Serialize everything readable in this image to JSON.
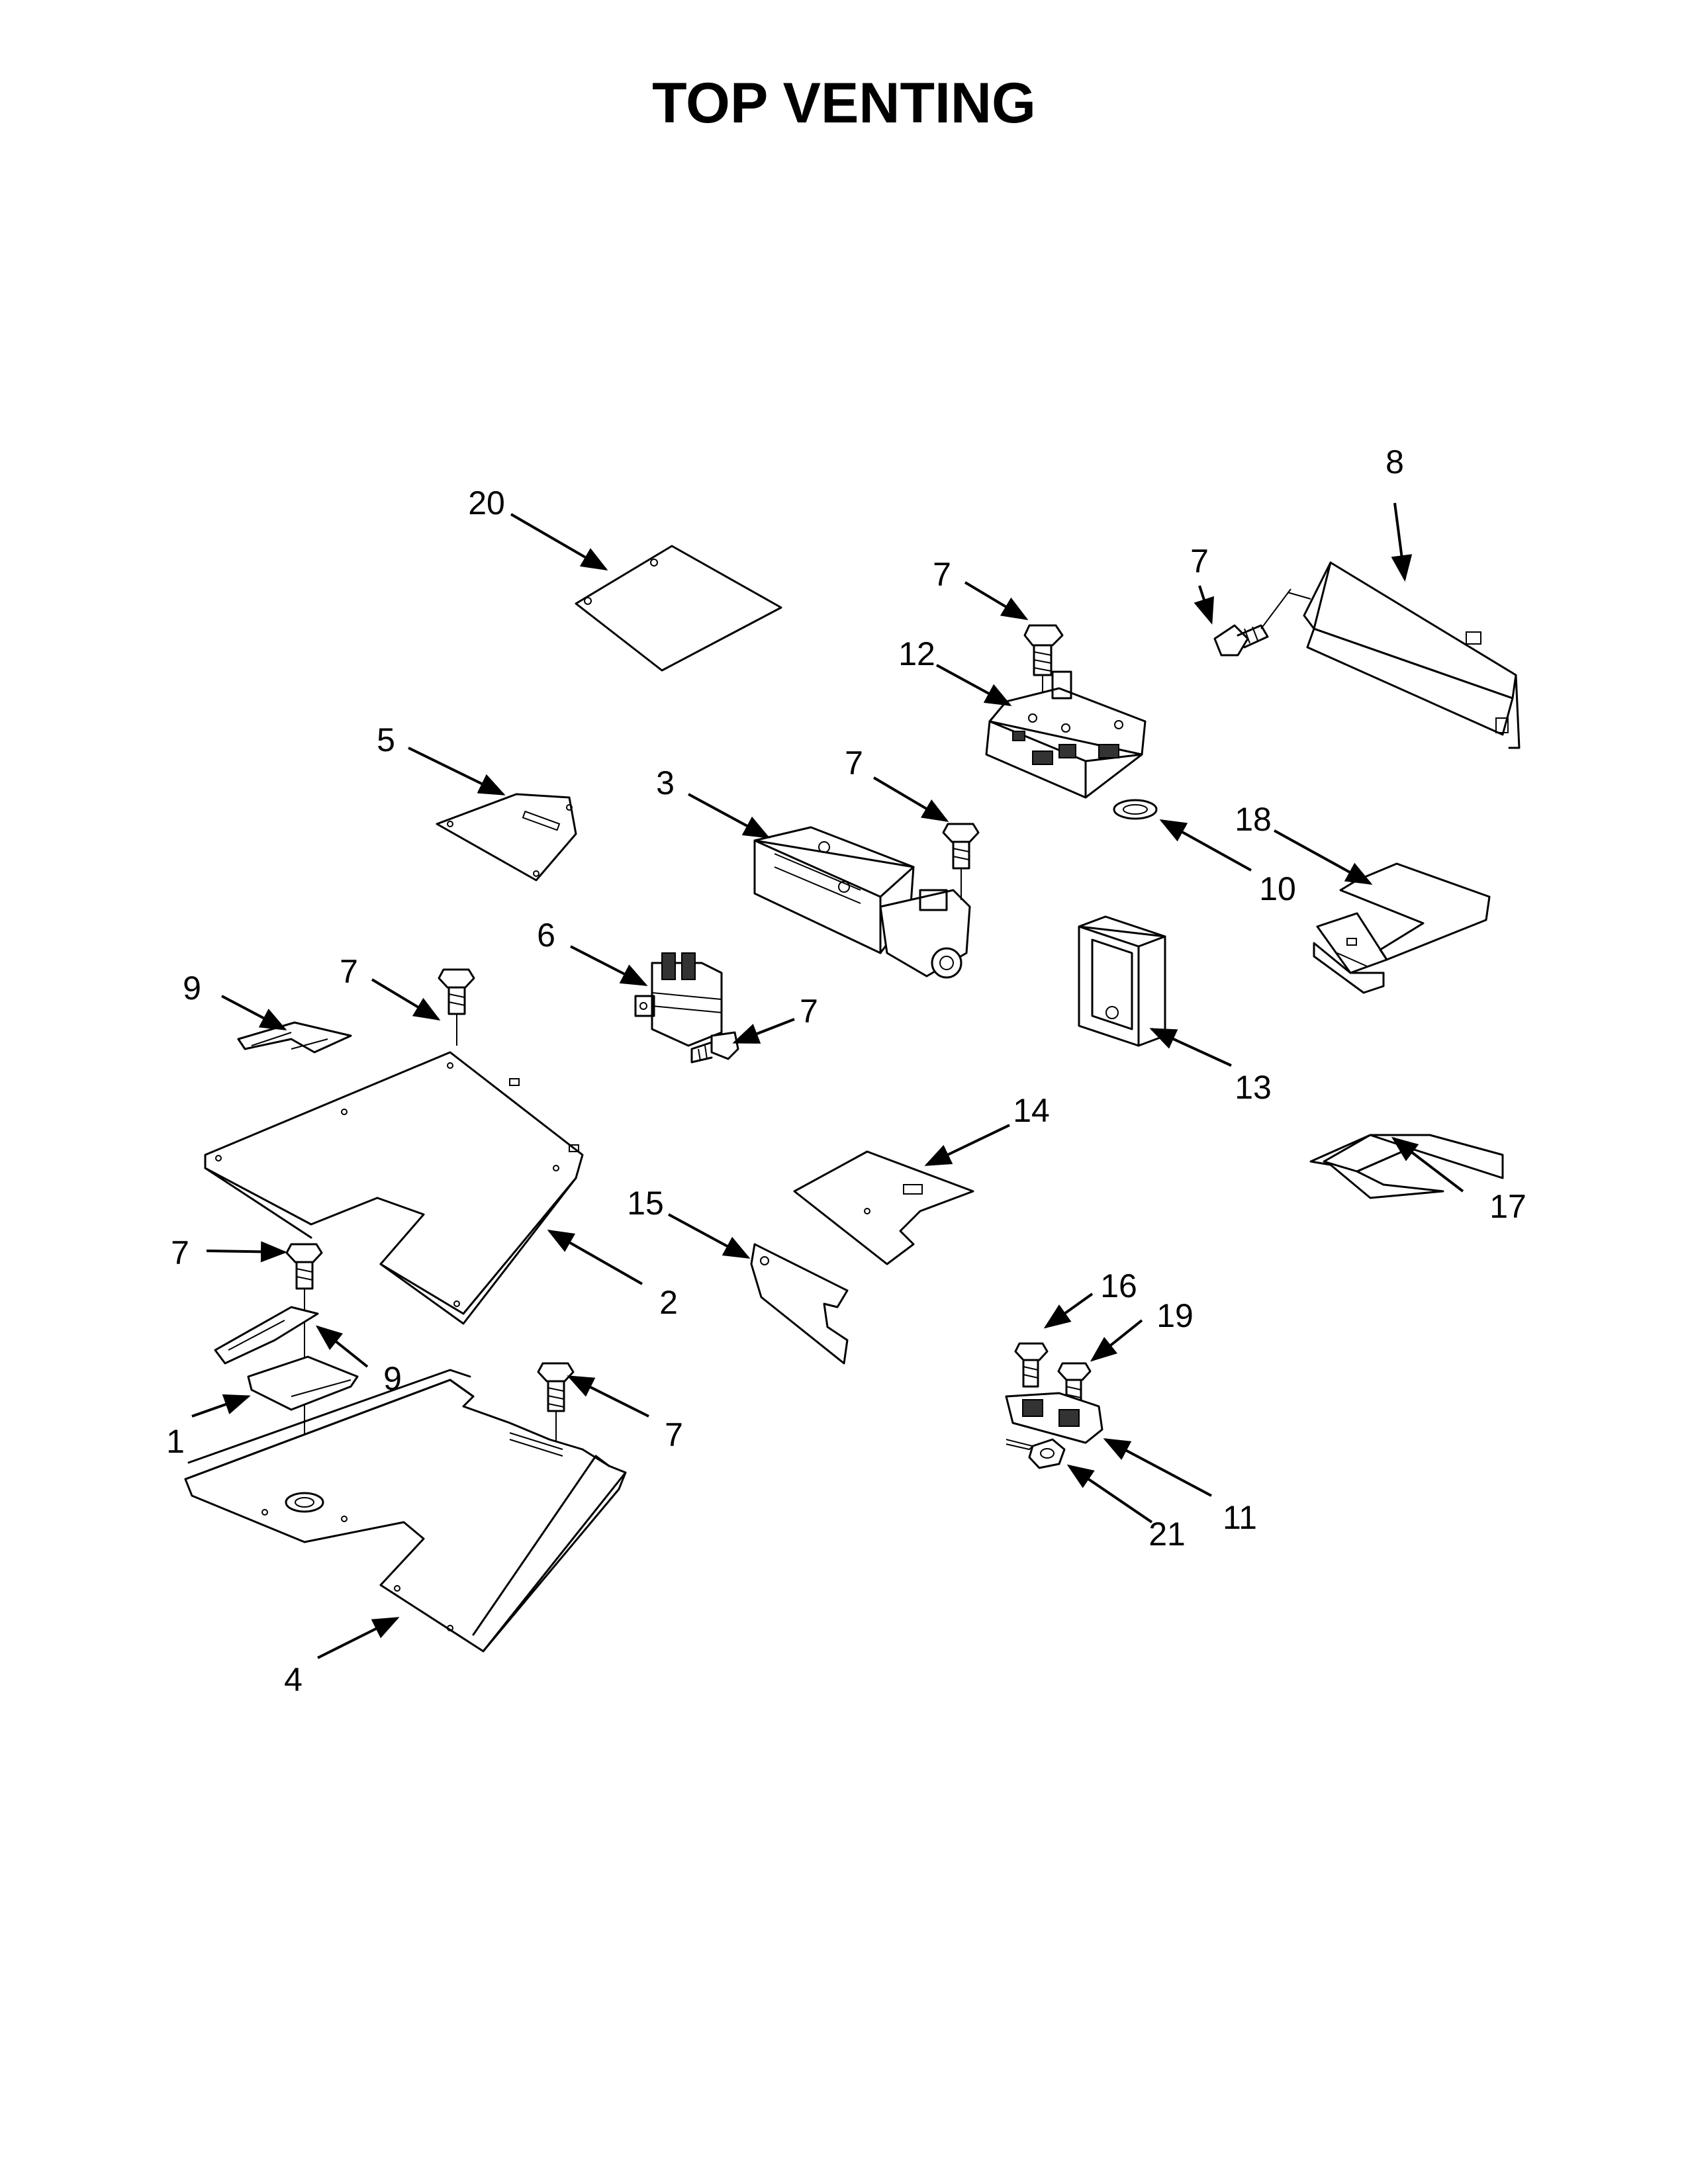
{
  "title": "TOP VENTING",
  "colors": {
    "ink": "#000000",
    "paper": "#ffffff"
  },
  "callouts": [
    {
      "id": "c20",
      "label": "20"
    },
    {
      "id": "c8",
      "label": "8"
    },
    {
      "id": "c7a",
      "label": "7"
    },
    {
      "id": "c7b",
      "label": "7"
    },
    {
      "id": "c12",
      "label": "12"
    },
    {
      "id": "c5",
      "label": "5"
    },
    {
      "id": "c3",
      "label": "3"
    },
    {
      "id": "c7c",
      "label": "7"
    },
    {
      "id": "c18",
      "label": "18"
    },
    {
      "id": "c10",
      "label": "10"
    },
    {
      "id": "c6",
      "label": "6"
    },
    {
      "id": "c9a",
      "label": "9"
    },
    {
      "id": "c7d",
      "label": "7"
    },
    {
      "id": "c7e",
      "label": "7"
    },
    {
      "id": "c13",
      "label": "13"
    },
    {
      "id": "c14",
      "label": "14"
    },
    {
      "id": "c17",
      "label": "17"
    },
    {
      "id": "c15",
      "label": "15"
    },
    {
      "id": "c7f",
      "label": "7"
    },
    {
      "id": "c2",
      "label": "2"
    },
    {
      "id": "c16",
      "label": "16"
    },
    {
      "id": "c19",
      "label": "19"
    },
    {
      "id": "c9b",
      "label": "9"
    },
    {
      "id": "c7g",
      "label": "7"
    },
    {
      "id": "c1",
      "label": "1"
    },
    {
      "id": "c11",
      "label": "11"
    },
    {
      "id": "c21",
      "label": "21"
    },
    {
      "id": "c4",
      "label": "4"
    }
  ]
}
